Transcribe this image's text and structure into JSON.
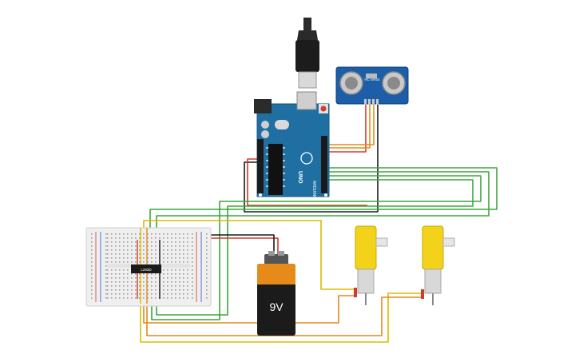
{
  "labels": {
    "sensor_model": "HC-SR04",
    "board_brand": "ARDUINO",
    "board_model": "UNO",
    "driver_chip": "L293D",
    "battery": "9V"
  },
  "colors": {
    "background": "#ffffff",
    "arduino_board": "#1f6fa3",
    "arduino_dark": "#155684",
    "sensor_board": "#1c5fa8",
    "motor_yellow": "#f3d21a",
    "battery_body": "#1b1b1b",
    "battery_top": "#e68a1a",
    "wire_red": "#d43a2a",
    "wire_black": "#1a1a1a",
    "wire_green": "#3aa63a",
    "wire_orange": "#e08a1a",
    "wire_yellow": "#e0b800"
  },
  "components": [
    {
      "name": "usb-cable",
      "icon": "usb-plug-icon"
    },
    {
      "name": "ultrasonic-sensor",
      "label_key": "sensor_model"
    },
    {
      "name": "arduino-uno",
      "label_key": "board_model"
    },
    {
      "name": "breadboard"
    },
    {
      "name": "motor-driver-chip",
      "label_key": "driver_chip"
    },
    {
      "name": "battery-9v",
      "label_key": "battery"
    },
    {
      "name": "dc-motor-left"
    },
    {
      "name": "dc-motor-right"
    }
  ]
}
